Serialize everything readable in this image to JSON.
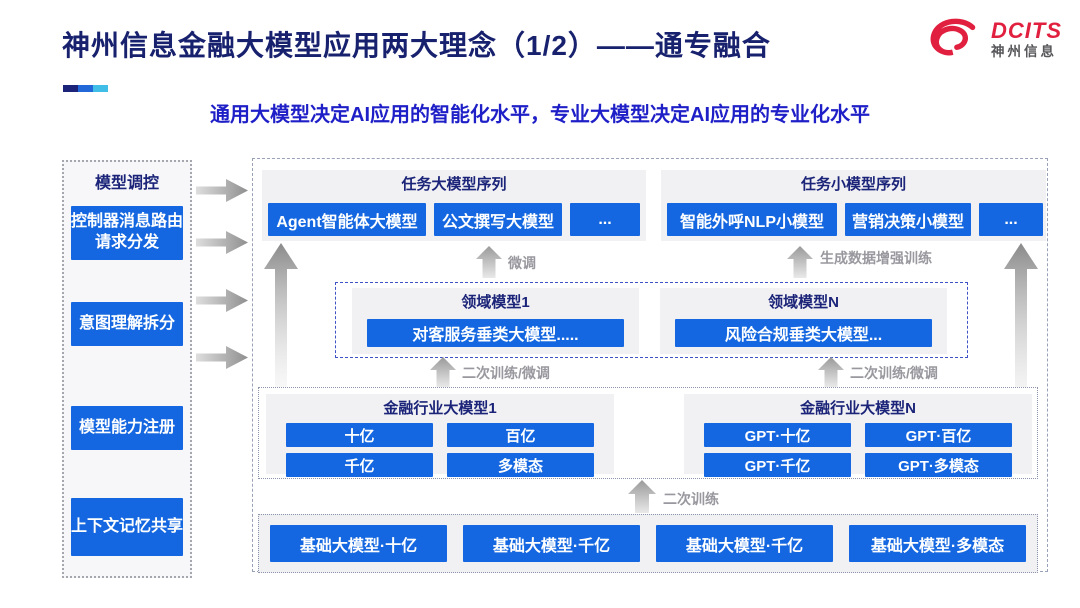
{
  "header": {
    "title": "神州信息金融大模型应用两大理念（1/2）——通专融合",
    "subtitle": "通用大模型决定AI应用的智能化水平，专业大模型决定AI应用的专业化水平",
    "logo": {
      "name": "DCITS",
      "subname": "神州信息"
    }
  },
  "sidebar": {
    "title": "模型调控",
    "items": [
      "控制器消息路由请求分发",
      "意图理解拆分",
      "模型能力注册",
      "上下文记忆共享"
    ]
  },
  "task_large": {
    "title": "任务大模型序列",
    "items": [
      "Agent智能体大模型",
      "公文撰写大模型",
      "..."
    ]
  },
  "task_small": {
    "title": "任务小模型序列",
    "items": [
      "智能外呼NLP小模型",
      "营销决策小模型",
      "..."
    ]
  },
  "flow_labels": {
    "finetune": "微调",
    "gen_data_training": "生成数据增强训练",
    "retrain_finetune_left": "二次训练/微调",
    "retrain_finetune_right": "二次训练/微调",
    "retrain": "二次训练"
  },
  "domain_models": [
    {
      "title": "领域模型1",
      "model": "对客服务垂类大模型....."
    },
    {
      "title": "领域模型N",
      "model": "风险合规垂类大模型..."
    }
  ],
  "industry_models": [
    {
      "title": "金融行业大模型1",
      "items": [
        "十亿",
        "百亿",
        "千亿",
        "多模态"
      ]
    },
    {
      "title": "金融行业大模型N",
      "items": [
        "GPT·十亿",
        "GPT·百亿",
        "GPT·千亿",
        "GPT·多模态"
      ]
    }
  ],
  "base_models": [
    "基础大模型·十亿",
    "基础大模型·千亿",
    "基础大模型·千亿",
    "基础大模型·多模态"
  ],
  "colors": {
    "accent_blue": "#1467E0",
    "navy": "#1B2478",
    "subtitle_blue": "#1F1FC8",
    "logo_red": "#E11F3E",
    "tricolor": [
      "#1B2478",
      "#2268D8",
      "#41BEE8"
    ]
  }
}
